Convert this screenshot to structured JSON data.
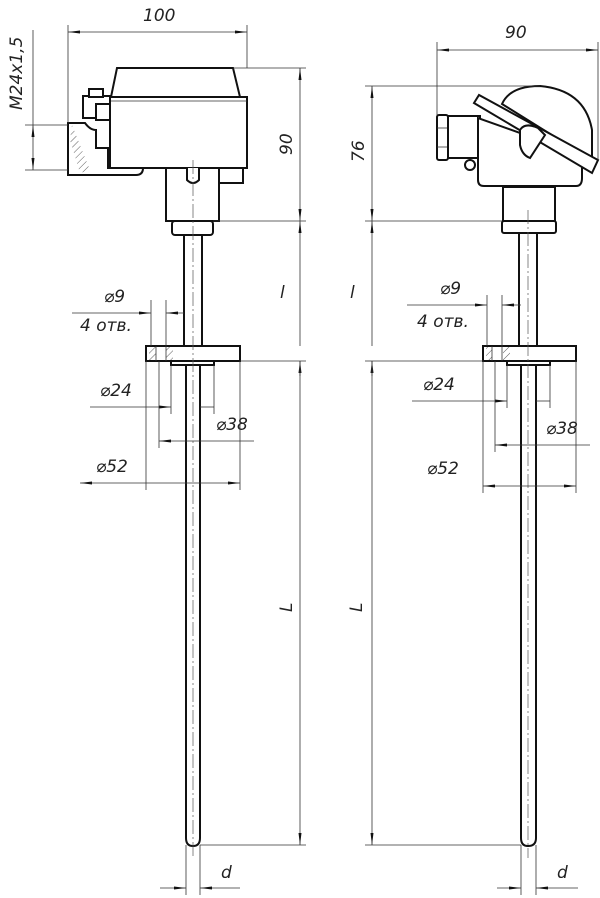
{
  "drawing": {
    "left_view": {
      "width_dim": "100",
      "height_dim": "90",
      "thread_dim": "M24x1,5",
      "insertion_l": "l",
      "length_L": "L",
      "hole_dia": "⌀9",
      "hole_count": "4 отв.",
      "dia_24": "⌀24",
      "dia_38": "⌀38",
      "dia_52": "⌀52",
      "probe_dia": "d"
    },
    "right_view": {
      "width_dim": "90",
      "height_dim": "76",
      "insertion_l": "l",
      "length_L": "L",
      "hole_dia": "⌀9",
      "hole_count": "4 отв.",
      "dia_24": "⌀24",
      "dia_38": "⌀38",
      "dia_52": "⌀52",
      "probe_dia": "d"
    }
  }
}
